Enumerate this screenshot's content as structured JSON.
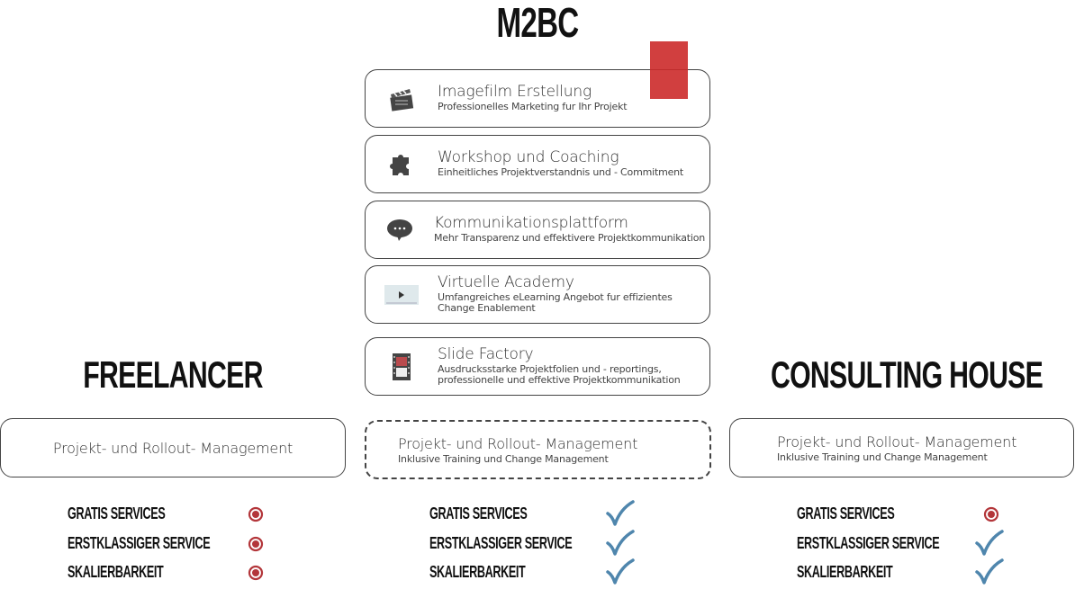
{
  "title": "M2BC",
  "left_heading": "FREELANCER",
  "right_heading": "CONSULTING HOUSE",
  "services": [
    {
      "icon": "clapperboard-icon",
      "title": "Imagefilm Erstellung",
      "subtitle": "Professionelles Marketing fur Ihr Projekt"
    },
    {
      "icon": "puzzle-icon",
      "title": "Workshop und Coaching",
      "subtitle": "Einheitliches Projektverstandnis und - Commitment"
    },
    {
      "icon": "chat-bubble-icon",
      "title": "Kommunikationsplattform",
      "subtitle": "Mehr Transparenz und effektivere Projektkommunikation"
    },
    {
      "icon": "video-player-icon",
      "title": "Virtuelle Academy",
      "subtitle": "Umfangreiches eLearning Angebot fur effizientes Change Enablement"
    },
    {
      "icon": "film-strip-icon",
      "title": "Slide Factory",
      "subtitle": "Ausdrucksstarke Projektfolien und - reportings, professionelle und effektive Projektkommunikation"
    }
  ],
  "management": {
    "left": {
      "title": "Projekt- und Rollout- Management"
    },
    "center": {
      "title": "Projekt- und Rollout- Management",
      "subtitle": "Inklusive Training und Change Management"
    },
    "right": {
      "title": "Projekt- und Rollout- Management",
      "subtitle": "Inklusive Training und Change Management"
    }
  },
  "features": {
    "left": [
      {
        "label": "GRATIS SERVICES",
        "status": "no"
      },
      {
        "label": "ERSTKLASSIGER SERVICE",
        "status": "no"
      },
      {
        "label": "SKALIERBARKEIT",
        "status": "no"
      }
    ],
    "center": [
      {
        "label": "GRATIS SERVICES",
        "status": "yes"
      },
      {
        "label": "ERSTKLASSIGER SERVICE",
        "status": "yes"
      },
      {
        "label": "SKALIERBARKEIT",
        "status": "yes"
      }
    ],
    "right": [
      {
        "label": "GRATIS SERVICES",
        "status": "no"
      },
      {
        "label": "ERSTKLASSIGER SERVICE",
        "status": "yes"
      },
      {
        "label": "SKALIERBARKEIT",
        "status": "yes"
      }
    ]
  },
  "colors": {
    "check": "#4f86ad",
    "cross": "#b3363a",
    "accent": "#cc2a2a"
  }
}
